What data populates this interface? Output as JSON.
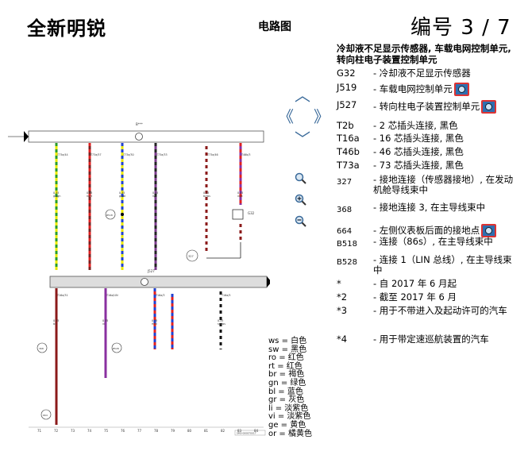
{
  "header": {
    "car_model": "全新明锐",
    "doc_type": "电路图",
    "page_number": "编号 3 / 7"
  },
  "legend": {
    "title": "冷却液不足显示传感器, 车载电网控制单元, 转向柱电子装置控制单元",
    "items": [
      {
        "code": "G32",
        "desc": "- 冷却液不足显示传感器",
        "photo": false
      },
      {
        "code": "J519",
        "desc": "- 车载电网控制单元",
        "photo": true
      },
      {
        "code": "J527",
        "desc": "- 转向柱电子装置控制单元",
        "photo": true
      },
      {
        "code": "T2b",
        "desc": "- 2 芯插头连接, 黑色",
        "photo": false
      },
      {
        "code": "T16a",
        "desc": "- 16 芯插头连接, 黑色",
        "photo": false
      },
      {
        "code": "T46b",
        "desc": "- 46 芯插头连接, 黑色",
        "photo": false
      },
      {
        "code": "T73a",
        "desc": "- 73 芯插头连接, 黑色",
        "photo": false
      },
      {
        "code": "327",
        "desc": "- 接地连接（传感器接地）, 在发动机舱导线束中",
        "photo": false
      },
      {
        "code": "368",
        "desc": "- 接地连接 3, 在主导线束中",
        "photo": false
      },
      {
        "code": "664",
        "desc": "- 左侧仪表板后面的接地点",
        "photo": true
      },
      {
        "code": "B518",
        "desc": "- 连接（86s）, 在主导线束中",
        "photo": false
      },
      {
        "code": "B528",
        "desc": "- 连接 1（LIN 总线）, 在主导线束中",
        "photo": false
      },
      {
        "code": "*",
        "desc": "- 自 2017 年 6 月起",
        "photo": false
      },
      {
        "code": "*2",
        "desc": "- 截至 2017 年 6 月",
        "photo": false
      },
      {
        "code": "*3",
        "desc": "- 用于不带进入及起动许可的汽车",
        "photo": false
      },
      {
        "code": "*4",
        "desc": "- 用于带定速巡航装置的汽车",
        "photo": false
      }
    ]
  },
  "color_codes": [
    "ws = 白色",
    "sw = 黑色",
    "ro = 红色",
    "rt = 红色",
    "br = 褐色",
    "gn = 绿色",
    "bl = 蓝色",
    "gr = 灰色",
    "li = 淡紫色",
    "vi = 淡紫色",
    "ge = 黄色",
    "or = 橘黄色"
  ],
  "diagram": {
    "top_module": "B***",
    "mid_module": "J527",
    "g32_label": "G32",
    "top_wires": [
      {
        "pin": "T73a/44",
        "size": "0.35",
        "color": "ge/gn",
        "colors": [
          "#e8e800",
          "#2a9d2a"
        ]
      },
      {
        "pin": "T73a/57",
        "size": "0.35",
        "color": "ro/rt",
        "colors": [
          "#7a2020",
          "#e02020"
        ]
      },
      {
        "pin": "T73a/30",
        "size": "0.35",
        "color": "ge/bl",
        "colors": [
          "#e8e800",
          "#2040d0"
        ]
      },
      {
        "pin": "T73a/33",
        "size": "0.35",
        "color": "li/vi",
        "colors": [
          "#7a3a8a",
          "#222"
        ]
      },
      {
        "pin": "T73a/46",
        "size": "0.35",
        "color": "br/ws",
        "colors": [
          "#8b1a1a",
          "#ffffff"
        ]
      },
      {
        "pin": "T46b/3",
        "size": "0.35",
        "color": "vi/rt",
        "colors": [
          "#8a30a0",
          "#e02020"
        ]
      }
    ],
    "bottom_wires": [
      {
        "pin": "T16a/31",
        "size": "0.35",
        "color": "br",
        "colors": [
          "#8b1a1a"
        ]
      },
      {
        "pin": "T16a/LIN",
        "size": "0.35",
        "color": "vi",
        "colors": [
          "#8a30a0"
        ]
      },
      {
        "pin": "T16a/3",
        "size": "0.35",
        "color": "rt/bl",
        "colors": [
          "#e02020",
          "#2040d0"
        ]
      },
      {
        "pin": "T16a/5",
        "size": "0.35",
        "color": "sw/ws",
        "colors": [
          "#111",
          "#fff"
        ]
      }
    ],
    "nodes": [
      "B518",
      "B528",
      "327",
      "368",
      "664"
    ],
    "footer_id": "SM3-000870017",
    "grid_numbers": [
      "71",
      "72",
      "73",
      "74",
      "75",
      "76",
      "77",
      "78",
      "79",
      "80",
      "81",
      "82",
      "83",
      "84"
    ]
  }
}
